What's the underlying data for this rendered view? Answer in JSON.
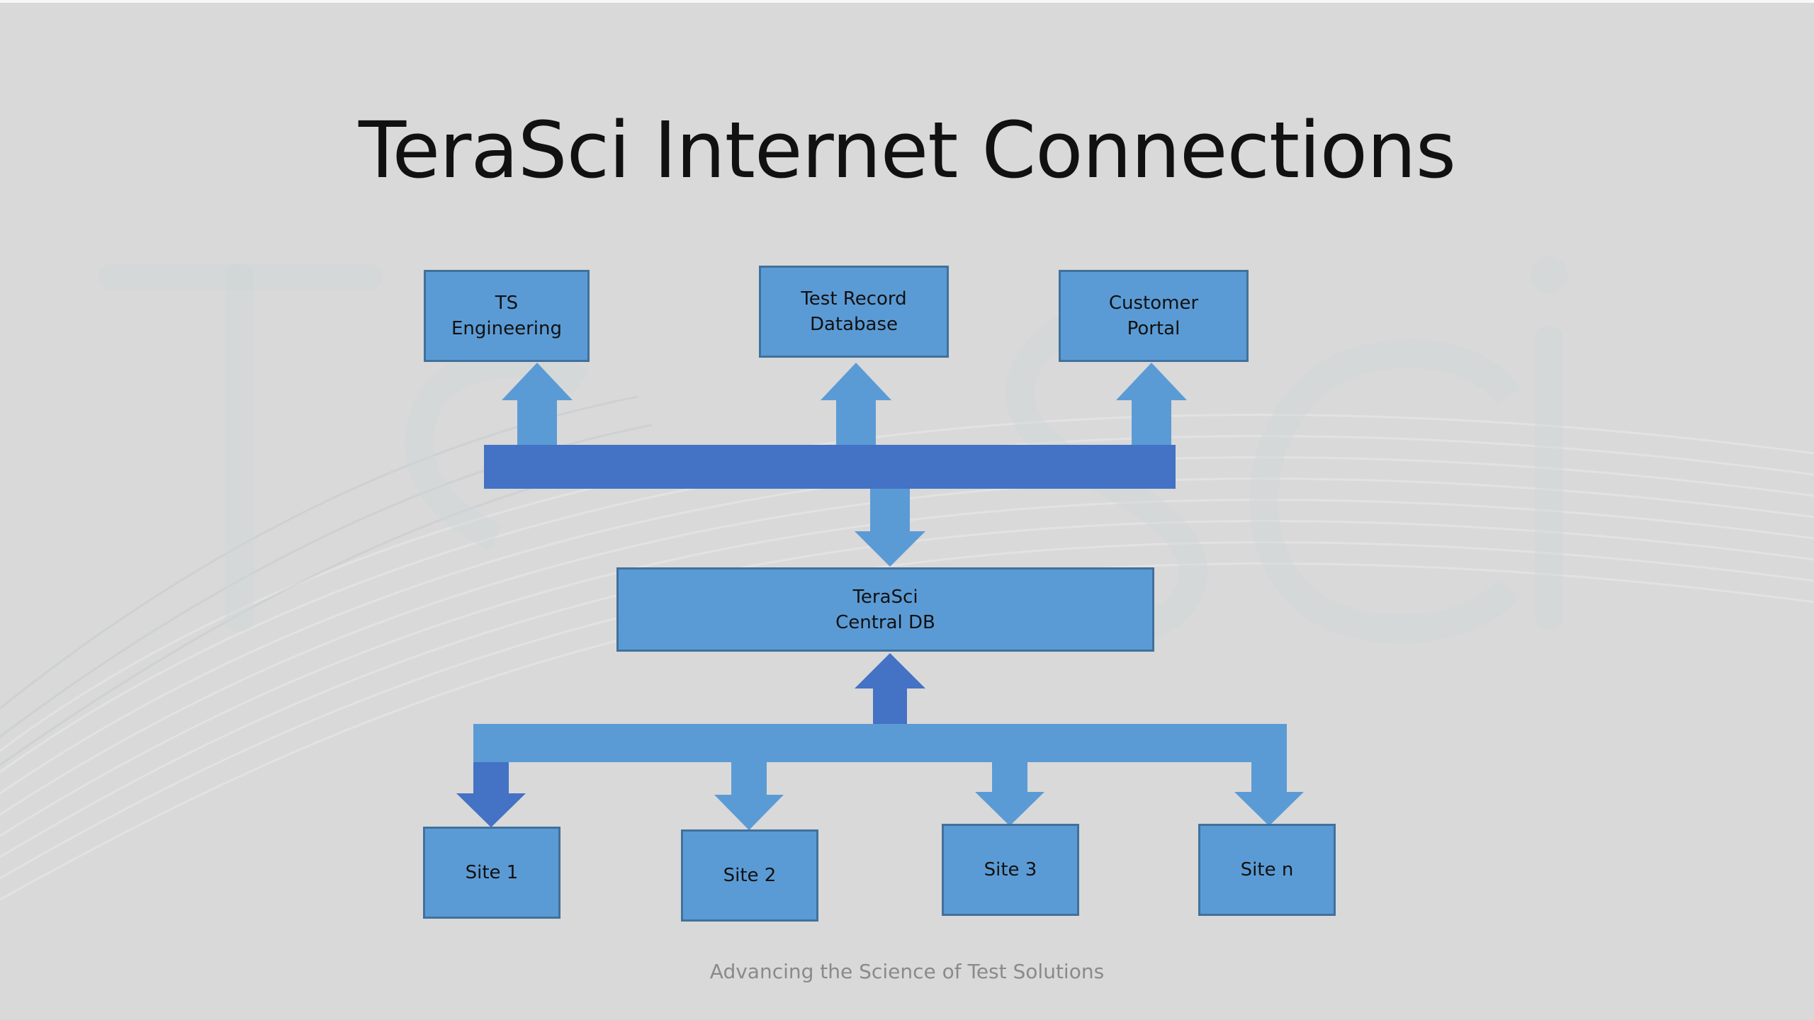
{
  "slide": {
    "title": "TeraSci Internet Connections",
    "footer": "Advancing the Science of Test Solutions",
    "watermark_text": "TeraSci"
  },
  "nodes": {
    "ts_engineering": "TS\nEngineering",
    "test_record_db": "Test Record\nDatabase",
    "customer_portal": "Customer\nPortal",
    "central_db": "TeraSci\nCentral DB",
    "site_1": "Site 1",
    "site_2": "Site 2",
    "site_3": "Site 3",
    "site_n": "Site n"
  },
  "colors": {
    "background": "#d9d9d9",
    "box_fill": "#5b9bd5",
    "box_border": "#41719c",
    "bus_dark": "#4472c4",
    "arrow_light": "#5b9bd5",
    "arrow_dark": "#4472c4",
    "text": "#111111",
    "footer_text": "#8a8a8a"
  }
}
